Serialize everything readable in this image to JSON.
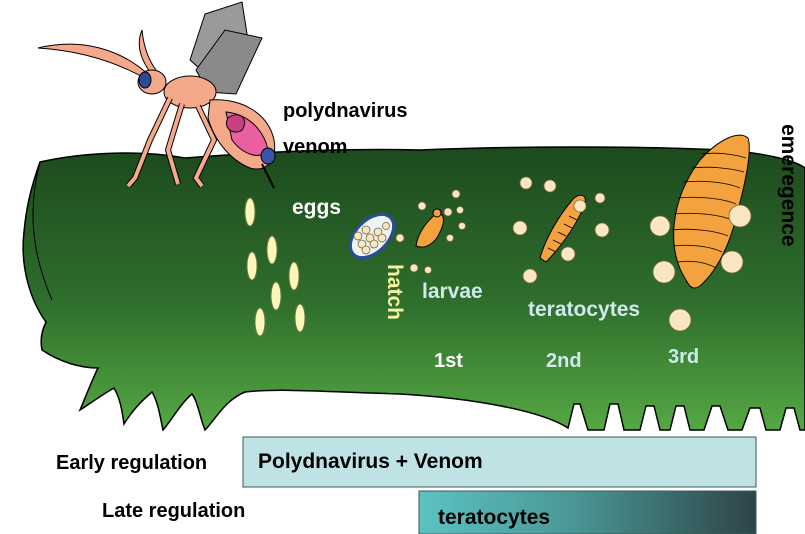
{
  "labels": {
    "polydnavirus": "polydnavirus",
    "venom": "venom",
    "eggs": "eggs",
    "hatch": "hatch",
    "larvae": "larvae",
    "teratocytes": "teratocytes",
    "first": "1st",
    "second": "2nd",
    "third": "3rd",
    "emergence": "emeregence"
  },
  "timeline": {
    "early_label": "Early regulation",
    "early_bar_text": "Polydnavirus + Venom",
    "late_label": "Late regulation",
    "late_bar_text": "teratocytes"
  },
  "colors": {
    "host_dark": "#1d4a1f",
    "host_light": "#4a9a3c",
    "wasp_body": "#f4a98a",
    "wasp_abdomen": "#e95fa0",
    "wasp_wing": "#8c8c8c",
    "larva": "#f4a23e",
    "egg": "#fdf6b8",
    "teratocyte": "#fbe6c4",
    "early_bar": "#bfe3e4",
    "late_bar_start": "#5cc2c2",
    "late_bar_end": "#2e4447"
  }
}
